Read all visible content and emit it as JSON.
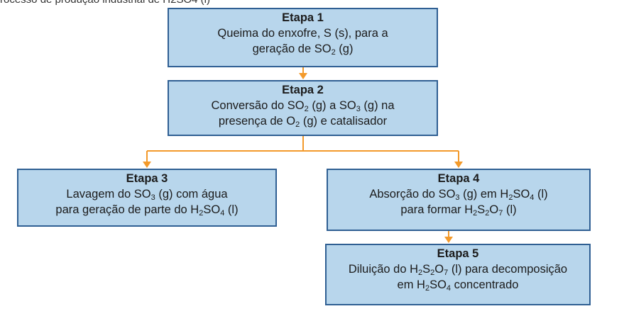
{
  "top_fragment": "rocesso de produção industrial de H2SO4 (l)",
  "colors": {
    "box_fill": "#b8d6ec",
    "box_border": "#2f5f93",
    "arrow": "#f39a2b"
  },
  "steps": [
    {
      "id": "step1",
      "title": "Etapa 1",
      "lines": [
        [
          {
            "t": "Queima do enxofre, S (s), para a"
          }
        ],
        [
          {
            "t": "geração de SO"
          },
          {
            "sub": "2"
          },
          {
            "t": " (g)"
          }
        ]
      ]
    },
    {
      "id": "step2",
      "title": "Etapa 2",
      "lines": [
        [
          {
            "t": "Conversão do SO"
          },
          {
            "sub": "2"
          },
          {
            "t": " (g) a SO"
          },
          {
            "sub": "3"
          },
          {
            "t": " (g) na"
          }
        ],
        [
          {
            "t": "presença de O"
          },
          {
            "sub": "2"
          },
          {
            "t": " (g) e catalisador"
          }
        ]
      ]
    },
    {
      "id": "step3",
      "title": "Etapa 3",
      "lines": [
        [
          {
            "t": "Lavagem do SO"
          },
          {
            "sub": "3"
          },
          {
            "t": " (g) com água"
          }
        ],
        [
          {
            "t": "para geração de parte do H"
          },
          {
            "sub": "2"
          },
          {
            "t": "SO"
          },
          {
            "sub": "4"
          },
          {
            "t": " (l)"
          }
        ]
      ]
    },
    {
      "id": "step4",
      "title": "Etapa 4",
      "lines": [
        [
          {
            "t": "Absorção do SO"
          },
          {
            "sub": "3"
          },
          {
            "t": " (g) em H"
          },
          {
            "sub": "2"
          },
          {
            "t": "SO"
          },
          {
            "sub": "4"
          },
          {
            "t": " (l)"
          }
        ],
        [
          {
            "t": "para formar H"
          },
          {
            "sub": "2"
          },
          {
            "t": "S"
          },
          {
            "sub": "2"
          },
          {
            "t": "O"
          },
          {
            "sub": "7"
          },
          {
            "t": " (l)"
          }
        ]
      ]
    },
    {
      "id": "step5",
      "title": "Etapa 5",
      "lines": [
        [
          {
            "t": "Diluição do H"
          },
          {
            "sub": "2"
          },
          {
            "t": "S"
          },
          {
            "sub": "2"
          },
          {
            "t": "O"
          },
          {
            "sub": "7"
          },
          {
            "t": " (l) para decomposição"
          }
        ],
        [
          {
            "t": "em H"
          },
          {
            "sub": "2"
          },
          {
            "t": "SO"
          },
          {
            "sub": "4"
          },
          {
            "t": " concentrado"
          }
        ]
      ]
    }
  ]
}
